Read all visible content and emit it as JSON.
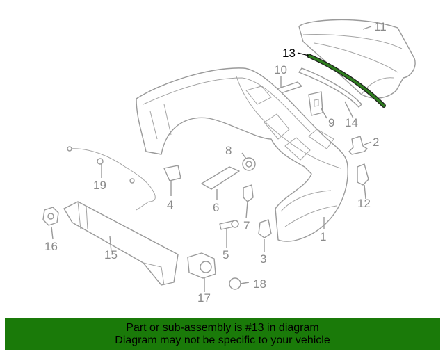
{
  "diagram": {
    "highlighted_part": "13",
    "callouts": [
      "1",
      "2",
      "3",
      "4",
      "5",
      "6",
      "7",
      "8",
      "9",
      "10",
      "11",
      "12",
      "13",
      "14",
      "15",
      "16",
      "17",
      "18",
      "19"
    ]
  },
  "banner": {
    "line1": "Part or sub-assembly is #13 in diagram",
    "line2": "Diagram may not be specific to your vehicle",
    "background": "#1a7a09",
    "highlight_color": "#2e7d1e"
  }
}
